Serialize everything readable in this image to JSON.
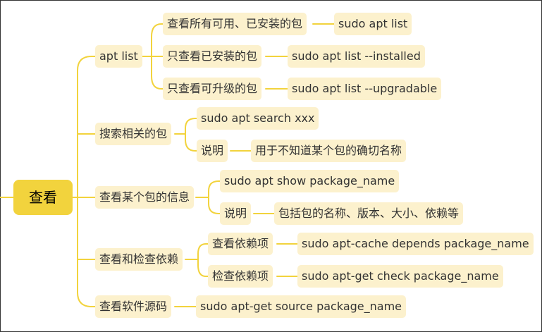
{
  "root": "查看",
  "branches": [
    {
      "label": "apt list",
      "children": [
        {
          "label": "查看所有可用、已安装的包",
          "leaf": "sudo apt list"
        },
        {
          "label": "只查看已安装的包",
          "leaf": "sudo apt list --installed"
        },
        {
          "label": "只查看可升级的包",
          "leaf": "sudo apt list --upgradable"
        }
      ]
    },
    {
      "label": "搜索相关的包",
      "children": [
        {
          "label": "sudo apt search xxx"
        },
        {
          "label": "说明",
          "leaf": "用于不知道某个包的确切名称"
        }
      ]
    },
    {
      "label": "查看某个包的信息",
      "children": [
        {
          "label": "sudo apt show package_name"
        },
        {
          "label": "说明",
          "leaf": "包括包的名称、版本、大小、依赖等"
        }
      ]
    },
    {
      "label": "查看和检查依赖",
      "children": [
        {
          "label": "查看依赖项",
          "leaf": "sudo apt-cache depends package_name"
        },
        {
          "label": "检查依赖项",
          "leaf": "sudo apt-get check package_name"
        }
      ]
    },
    {
      "label": "查看软件源码",
      "children": [
        {
          "label": "sudo apt-get source package_name"
        }
      ]
    }
  ]
}
